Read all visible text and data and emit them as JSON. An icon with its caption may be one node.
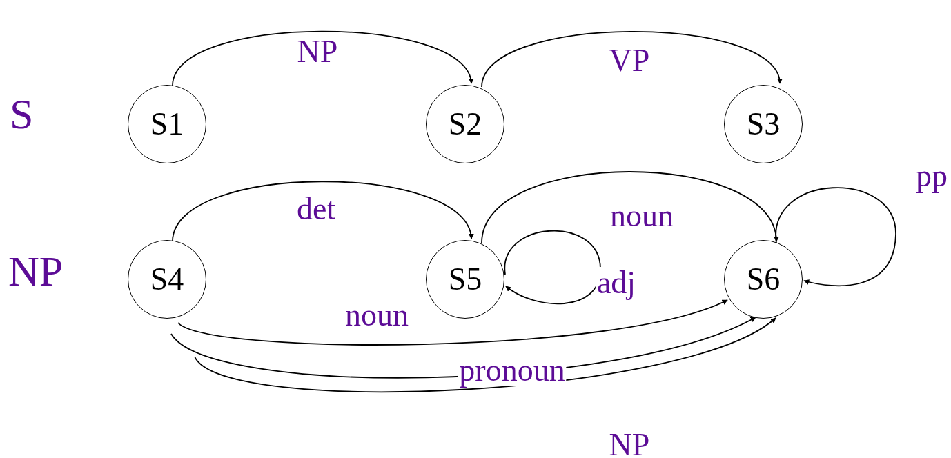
{
  "diagram": {
    "nodes": [
      {
        "text": [
          "S1"
        ]
      },
      {
        "text": [
          "S2"
        ]
      },
      {
        "text": [
          "S3"
        ]
      },
      {
        "text": [
          "S4"
        ]
      },
      {
        "text": [
          "S5"
        ]
      },
      {
        "text": [
          "S6"
        ]
      }
    ],
    "edges": [
      {
        "from": 0,
        "to": 1,
        "arrow": "to",
        "label": "NP"
      },
      {
        "from": 1,
        "to": 2,
        "arrow": "to",
        "label": "VP"
      },
      {
        "from": 3,
        "to": 4,
        "arrow": "to",
        "label": "det"
      },
      {
        "from": 4,
        "to": 5,
        "arrow": "to",
        "label": "noun"
      },
      {
        "from": 4,
        "to": 4,
        "arrow": "to",
        "label": "adj"
      },
      {
        "from": 5,
        "to": 5,
        "arrow": "to",
        "label": "pp"
      },
      {
        "from": 3,
        "to": 5,
        "arrow": "to",
        "label": "noun"
      },
      {
        "from": 3,
        "to": 5,
        "arrow": "to",
        "label": "pronoun"
      },
      {
        "from": 3,
        "to": 5,
        "arrow": "to",
        "label": "NP"
      }
    ],
    "labels": [
      "S",
      "NP"
    ]
  }
}
